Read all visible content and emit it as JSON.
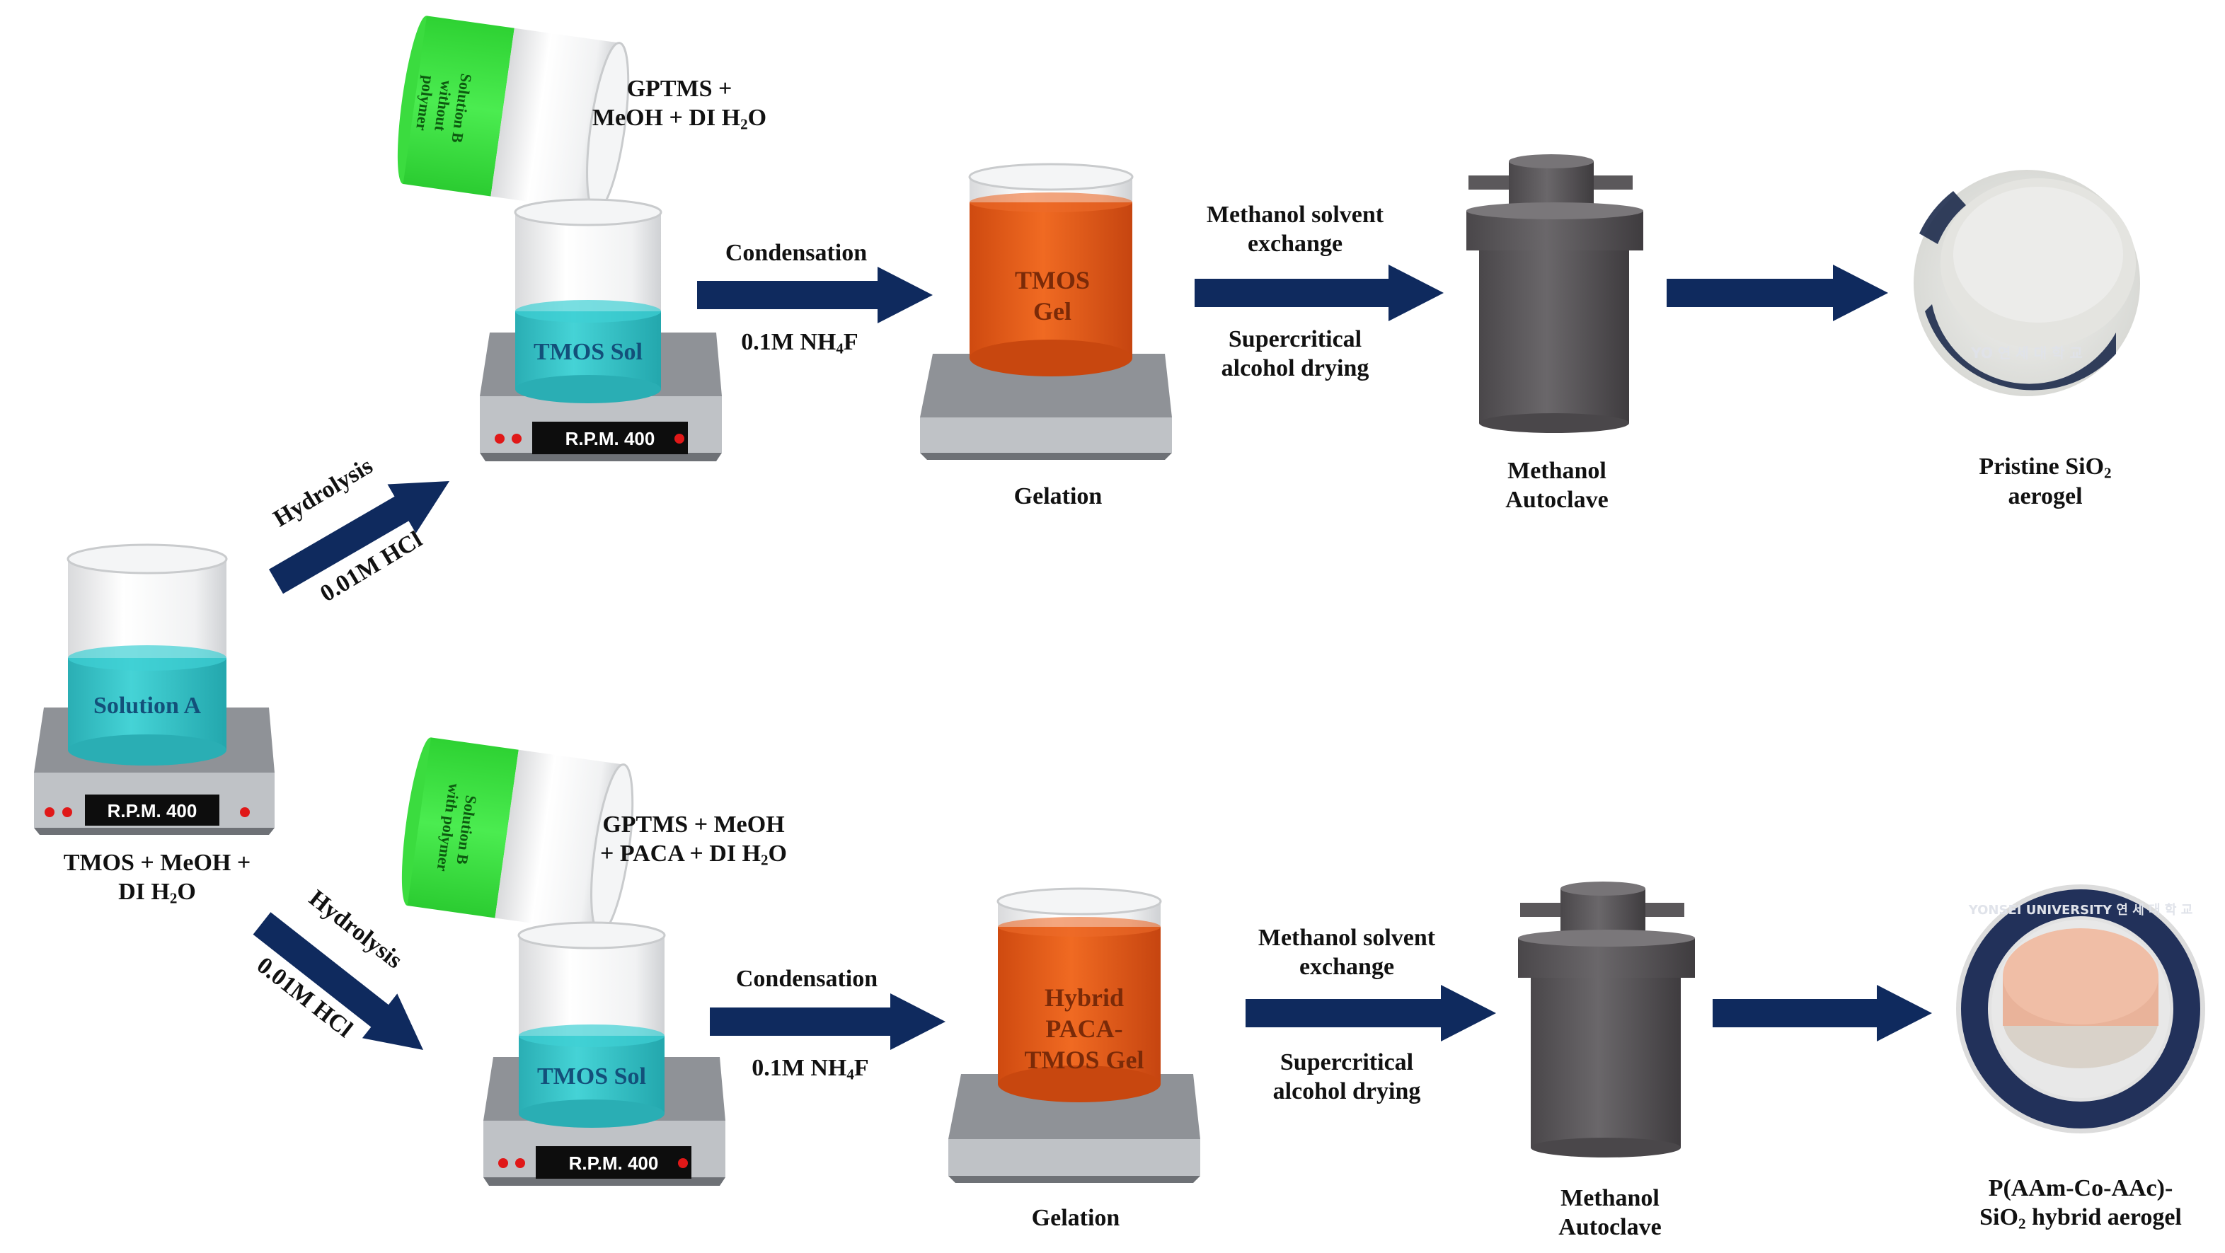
{
  "colors": {
    "arrow": "#0f2a5e",
    "teal": "#33c4c9",
    "sol_text": "#13507a",
    "orange": "#e85716",
    "green": "#35e03a",
    "plate_top": "#8f9297",
    "plate_front": "#bfc2c6",
    "plate_dark": "#6e7176",
    "autoclave": "#5b585b",
    "display_bg": "#0d0d0d",
    "led": "#e01818"
  },
  "icons": [
    "hot-plate-stirrer",
    "beaker",
    "pouring-beaker",
    "arrow",
    "autoclave-vessel",
    "aerogel-photo"
  ],
  "left": {
    "plate_display": "R.P.M. 400",
    "beaker_label": "Solution A",
    "caption_line1": "TMOS + MeOH +",
    "caption_line2_pre": "DI H",
    "caption_line2_sub": "2",
    "caption_line2_post": "O"
  },
  "top": {
    "hydrolysis": "Hydrolysis",
    "hcl": "0.01M HCl",
    "pour_beaker_label": [
      "Solution B",
      "without",
      "polymer"
    ],
    "add_line1": "GPTMS +",
    "add_line2_pre": "MeOH + DI H",
    "add_line2_sub": "2",
    "add_line2_post": "O",
    "sol_label": "TMOS Sol",
    "plate_display": "R.P.M. 400",
    "condensation": "Condensation",
    "nh4f_pre": "0.1M NH",
    "nh4f_sub": "4",
    "nh4f_post": "F",
    "gel_label": [
      "TMOS",
      "Gel"
    ],
    "gelation": "Gelation",
    "exchange_line1": "Methanol solvent",
    "exchange_line2": "exchange",
    "drying_line1": "Supercritical",
    "drying_line2": "alcohol drying",
    "autoclave_line1": "Methanol",
    "autoclave_line2": "Autoclave",
    "product_line1_pre": "Pristine SiO",
    "product_line1_sub": "2",
    "product_line2": "aerogel",
    "photo_ring_text": "YO        연 세 대 학 교"
  },
  "bottom": {
    "hydrolysis": "Hydrolysis",
    "hcl": "0.01M HCl",
    "pour_beaker_label": [
      "Solution B",
      "with polymer"
    ],
    "add_line1": "GPTMS + MeOH",
    "add_line2_pre": "+ PACA + DI H",
    "add_line2_sub": "2",
    "add_line2_post": "O",
    "sol_label": "TMOS Sol",
    "plate_display": "R.P.M. 400",
    "condensation": "Condensation",
    "nh4f_pre": "0.1M NH",
    "nh4f_sub": "4",
    "nh4f_post": "F",
    "gel_label": [
      "Hybrid",
      "PACA-",
      "TMOS Gel"
    ],
    "gelation": "Gelation",
    "exchange_line1": "Methanol solvent",
    "exchange_line2": "exchange",
    "drying_line1": "Supercritical",
    "drying_line2": "alcohol drying",
    "autoclave_line1": "Methanol",
    "autoclave_line2": "Autoclave",
    "product_line1": "P(AAm-Co-AAc)-",
    "product_line2_pre": "SiO",
    "product_line2_sub": "2",
    "product_line2_post": " hybrid aerogel",
    "photo_ring_text": "YONSEI UNIVERSITY   연 세 대 학 교"
  }
}
